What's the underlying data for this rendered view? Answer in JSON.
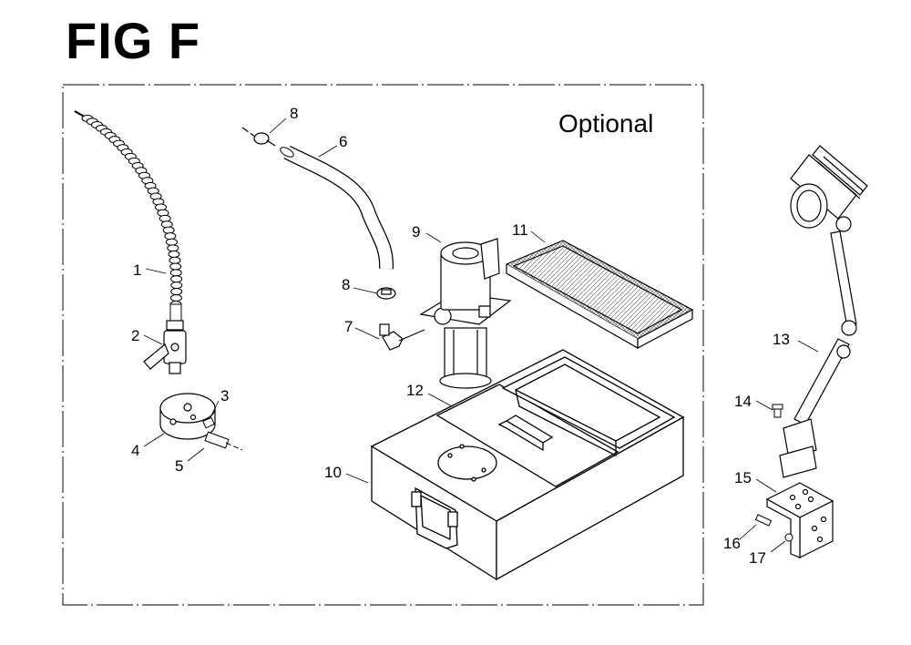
{
  "figure": {
    "title": "FIG F",
    "optional_label": "Optional"
  },
  "callouts": {
    "c1": "1",
    "c2": "2",
    "c3": "3",
    "c4": "4",
    "c5": "5",
    "c6": "6",
    "c7": "7",
    "c8a": "8",
    "c8b": "8",
    "c9": "9",
    "c10": "10",
    "c11": "11",
    "c12": "12",
    "c13": "13",
    "c14": "14",
    "c15": "15",
    "c16": "16",
    "c17": "17"
  },
  "colors": {
    "ink": "#000000",
    "frame": "#333333",
    "mesh": "#888888"
  }
}
